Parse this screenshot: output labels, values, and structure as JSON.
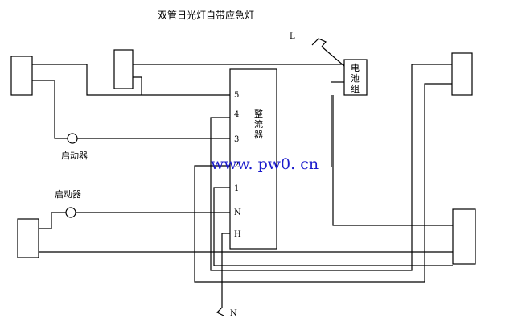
{
  "title": "双管日光灯自带应急灯",
  "labels": {
    "live": "L",
    "neutral_bottom": "N",
    "battery": [
      "电",
      "池",
      "组"
    ],
    "ballast": [
      "整",
      "流",
      "器"
    ],
    "starter_top": "启动器",
    "starter_bottom": "启动器",
    "watermark": "www. pw0. cn"
  },
  "pins": [
    "5",
    "4",
    "3",
    "2",
    "1",
    "N",
    "H"
  ]
}
